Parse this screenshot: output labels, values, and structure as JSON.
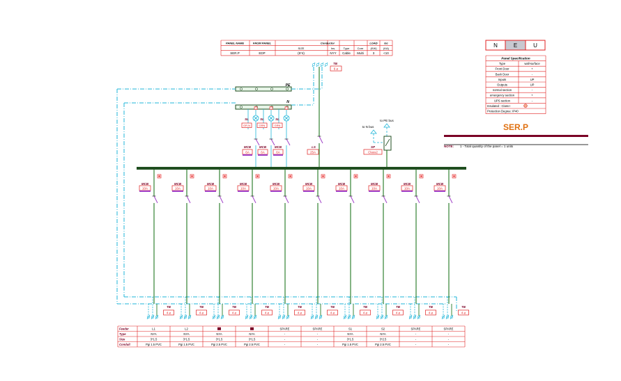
{
  "header_table": {
    "h_panel": "PANEL NAME",
    "h_from": "FROM PANEL",
    "h_conductor": "Conductor",
    "h_size": "SIZE",
    "h_ins": "Ins.",
    "h_type": "Type",
    "h_core": "Core",
    "h_load": "LOAD",
    "h_load_unit": "(KW)",
    "h_isc": "Isc",
    "h_isc_unit": "(KA)",
    "panel": "SER.P",
    "from": "EDP",
    "size": "(5*4)",
    "ins": "NYY",
    "type": "Cable",
    "core": "Multi",
    "load": "3",
    "isc": "<10"
  },
  "neu": {
    "n": "N",
    "e": "E",
    "u": "U"
  },
  "spec": {
    "title": "Panel Specification",
    "rows": [
      [
        "Type",
        "wall-surface"
      ],
      [
        "Front Door",
        "+"
      ],
      [
        "Back Door",
        "-"
      ],
      [
        "Inputs",
        "UP"
      ],
      [
        "Outputs",
        "UP"
      ],
      [
        "normal section",
        "-"
      ],
      [
        "emergency section",
        "+"
      ],
      [
        "UPS section",
        "-"
      ]
    ],
    "insulated": "Insulated : Class I",
    "protection": "Protection Degree: IP40"
  },
  "panel_title": "SER.P",
  "note_label": "NOTE:",
  "note_text": "1 - Total quantity of the panel = 1 units",
  "busbar_pe": "PE",
  "busbar_n": "N",
  "tb_label": "TB",
  "tb_value": "6 ⌀",
  "tb_out_value": "4 ⌀",
  "lamps": [
    {
      "label": "SL",
      "color": "GR.N"
    },
    {
      "label": "SL",
      "color": "GRN"
    },
    {
      "label": "SL",
      "color": "GRN"
    }
  ],
  "aux_mcb_label": "MCB",
  "aux_mcb_rating": "6A",
  "main_ls": {
    "label": "LS",
    "rating": "25A"
  },
  "sp": {
    "label": "SP",
    "class": "Class2",
    "to_pe": "to PE bus",
    "to_n": "to N bus"
  },
  "out_mcb_label": "MCB",
  "out_mcb_rating": "10A",
  "feeder_table": {
    "h_feeder": "Feeder",
    "h_type": "Type",
    "h_size": "Size",
    "h_conduit": "Conduit",
    "feeders": [
      "L1",
      "L2",
      "",
      "",
      "SPARE",
      "SPARE",
      "S1",
      "S2",
      "SPARE",
      "SPARE"
    ],
    "types": [
      "NYA",
      "NYA",
      "NYA",
      "NYA",
      "-",
      "-",
      "NYA",
      "NYA",
      "-",
      "-"
    ],
    "sizes": [
      "3*1.5",
      "3*1.5",
      "3*1.5",
      "3*1.5",
      "-",
      "-",
      "3*1.5",
      "3*2.5",
      "-",
      "-"
    ],
    "conduits": [
      "Pgi 1.5 PVC",
      "Pgi 1.5 PVC",
      "Pgi 2.5 PVC",
      "Pgi 2.5 PVC",
      "-",
      "-",
      "Pgi 1.5 PVC",
      "Pgi 2.5 PVC",
      "-",
      "-"
    ]
  },
  "colors": {
    "red": "#e02020",
    "green": "#0a6a0a",
    "cyan": "#1fb5d8",
    "purple": "#a040c8",
    "maroon": "#7a0025",
    "orange": "#e07010",
    "dkgreen": "#1f4e1f"
  }
}
